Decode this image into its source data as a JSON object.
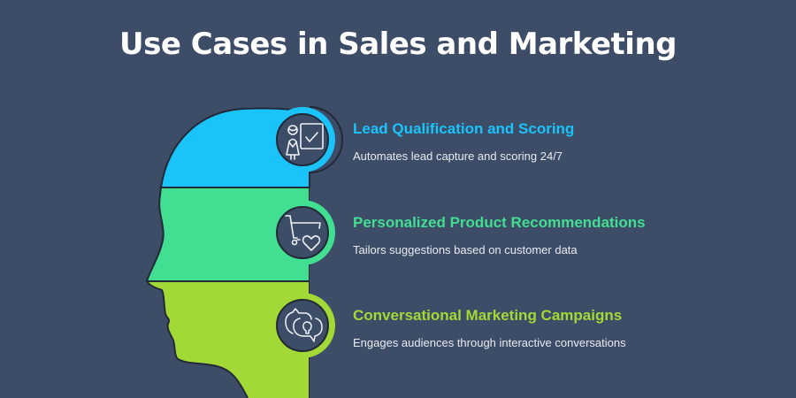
{
  "title": "Use Cases in Sales and Marketing",
  "colors": {
    "background": "#3d4c67",
    "outline": "#222a38",
    "band1": "#1bc3fb",
    "band2": "#42de92",
    "band3": "#a3d936",
    "icon_stroke": "#eef2f7"
  },
  "items": [
    {
      "title": "Lead Qualification and Scoring",
      "description": "Automates lead capture and scoring 24/7",
      "icon": "presenter-checkmark-icon",
      "color": "#1bc3fb"
    },
    {
      "title": "Personalized Product Recommendations",
      "description": "Tailors suggestions based on customer data",
      "icon": "shopping-cart-heart-icon",
      "color": "#42de92"
    },
    {
      "title": "Conversational Marketing Campaigns",
      "description": "Engages audiences through interactive conversations",
      "icon": "chat-bubbles-lightbulb-icon",
      "color": "#a3d936"
    }
  ]
}
